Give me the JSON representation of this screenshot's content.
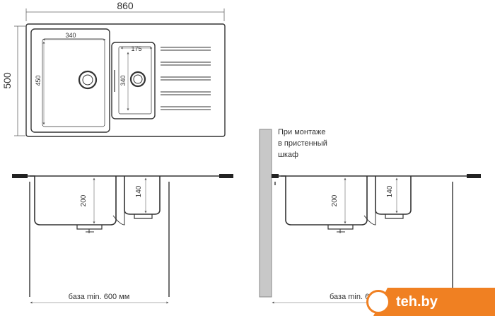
{
  "dimensions": {
    "total_width": "860",
    "total_depth": "500",
    "main_bowl_width": "340",
    "main_bowl_depth": "450",
    "small_bowl_width": "175",
    "small_bowl_depth": "340",
    "main_bowl_height": "200",
    "small_bowl_height": "140"
  },
  "left_view": {
    "base_label": "база min. 600 мм"
  },
  "right_view": {
    "note_lines": [
      "При монтаже",
      "в пристенный",
      "шкаф"
    ],
    "base_label": "база min. 600 мм"
  },
  "badge": {
    "text": "teh.by",
    "color": "#f08022"
  }
}
